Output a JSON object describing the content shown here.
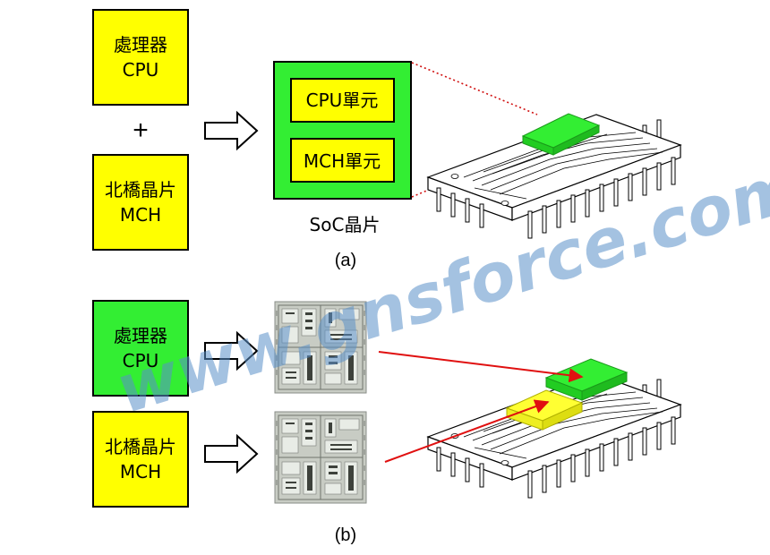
{
  "colors": {
    "yellow": "#ffff00",
    "green": "#33ee33",
    "arrow_red": "#e01010",
    "outline": "#000000",
    "watermark": "#5a8fc8"
  },
  "part_a": {
    "cpu_box": {
      "line1": "處理器",
      "line2": "CPU"
    },
    "plus": "+",
    "mch_box": {
      "line1": "北橋晶片",
      "line2": "MCH"
    },
    "soc": {
      "unit1": "CPU單元",
      "unit2": "MCH單元",
      "label": "SoC晶片"
    },
    "caption": "(a)"
  },
  "part_b": {
    "cpu_box": {
      "line1": "處理器",
      "line2": "CPU"
    },
    "mch_box": {
      "line1": "北橋晶片",
      "line2": "MCH"
    },
    "caption": "(b)"
  },
  "watermark": "www.gnsforce.com",
  "icons": {
    "arrow": "hollow-right-arrow-icon",
    "die": "die-photo-icon",
    "package": "dip-chip-package-icon"
  }
}
